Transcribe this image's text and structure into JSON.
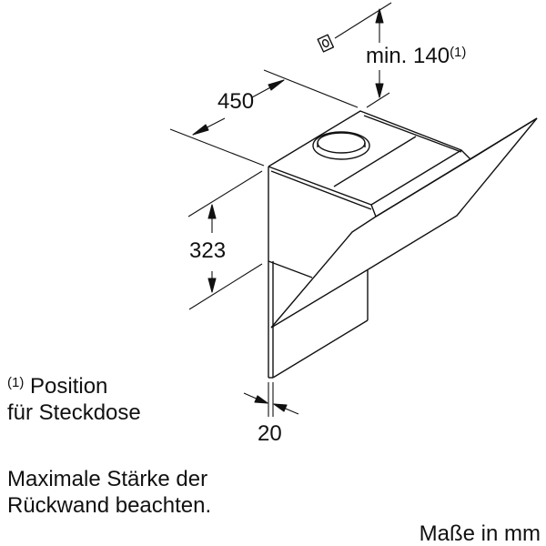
{
  "dimensions": {
    "depth": "450",
    "socket_min": "min. 140",
    "socket_note_ref": "(1)",
    "height": "323",
    "thickness": "20"
  },
  "notes": {
    "footnote_ref": "(1)",
    "footnote_line1": "Position",
    "footnote_line2": "für Steckdose",
    "warning_line1": "Maximale Stärke der",
    "warning_line2": "Rückwand beachten.",
    "units": "Maße in mm"
  },
  "colors": {
    "line": "#111111",
    "background": "#ffffff"
  }
}
